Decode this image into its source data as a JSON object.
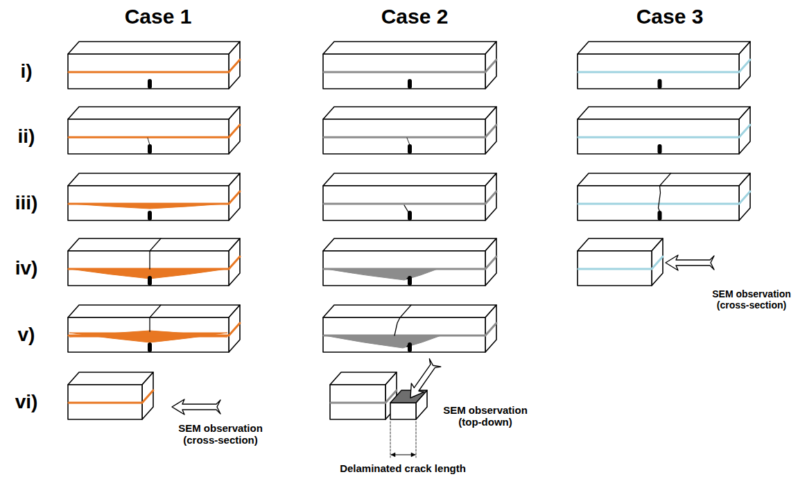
{
  "diagram": {
    "labels": [
      "Case 1",
      "Case 2",
      "Case 3",
      "i)",
      "ii)",
      "iii)",
      "iv)",
      "v)",
      "vi)",
      "SEM observation (cross-section)",
      "SEM observation (top-down)",
      "Delaminated crack length",
      "SEM observation (cross-section)"
    ]
  }
}
